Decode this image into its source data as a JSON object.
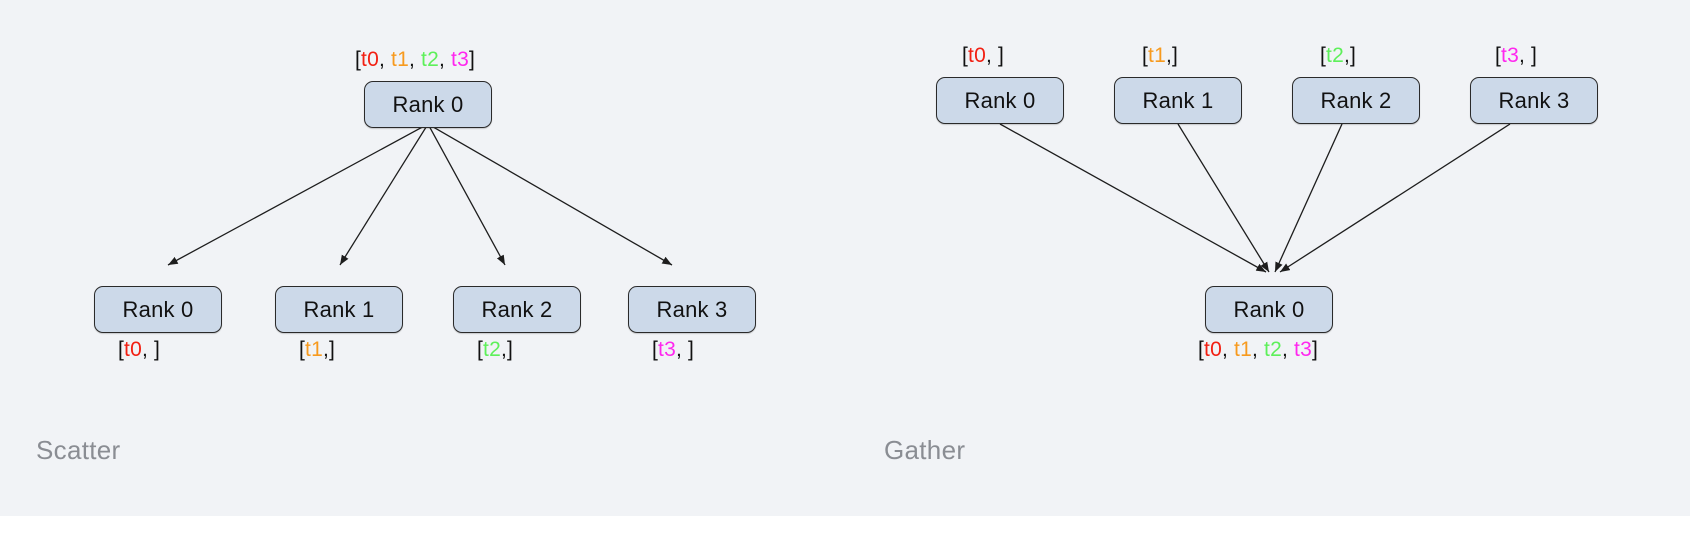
{
  "page": {
    "background": "#f1f3f6",
    "node_fill": "#ccd9e9",
    "node_border": "#2a2a2a",
    "caption_color": "#8a8d93"
  },
  "token_colors": {
    "t0": "#f22013",
    "t1": "#f79a1e",
    "t2": "#5ef05a",
    "t3": "#ff27ef"
  },
  "diagrams": {
    "scatter": {
      "caption": "Scatter",
      "root": {
        "label": "Rank 0",
        "tensor_label": {
          "open": "[",
          "tokens": [
            "t0",
            "t1",
            "t2",
            "t3"
          ],
          "separators": [
            ", ",
            ", ",
            ", "
          ],
          "close": "]"
        }
      },
      "leaves": [
        {
          "label": "Rank 0",
          "tensor_open": "[",
          "tensor_token": "t0",
          "tensor_tail": ", ]"
        },
        {
          "label": "Rank 1",
          "tensor_open": "[",
          "tensor_token": "t1",
          "tensor_tail": ",]"
        },
        {
          "label": "Rank 2",
          "tensor_open": "[",
          "tensor_token": "t2",
          "tensor_tail": ",]"
        },
        {
          "label": "Rank 3",
          "tensor_open": "[",
          "tensor_token": "t3",
          "tensor_tail": ", ]"
        }
      ]
    },
    "gather": {
      "caption": "Gather",
      "sources": [
        {
          "label": "Rank 0",
          "tensor_open": "[",
          "tensor_token": "t0",
          "tensor_tail": ", ]"
        },
        {
          "label": "Rank 1",
          "tensor_open": "[",
          "tensor_token": "t1",
          "tensor_tail": ",]"
        },
        {
          "label": "Rank 2",
          "tensor_open": "[",
          "tensor_token": "t2",
          "tensor_tail": ",]"
        },
        {
          "label": "Rank 3",
          "tensor_open": "[",
          "tensor_token": "t3",
          "tensor_tail": ", ]"
        }
      ],
      "root": {
        "label": "Rank 0",
        "tensor_label": {
          "open": "[",
          "tokens": [
            "t0",
            "t1",
            "t2",
            "t3"
          ],
          "separators": [
            ", ",
            ", ",
            ", "
          ],
          "close": "]"
        }
      }
    }
  }
}
